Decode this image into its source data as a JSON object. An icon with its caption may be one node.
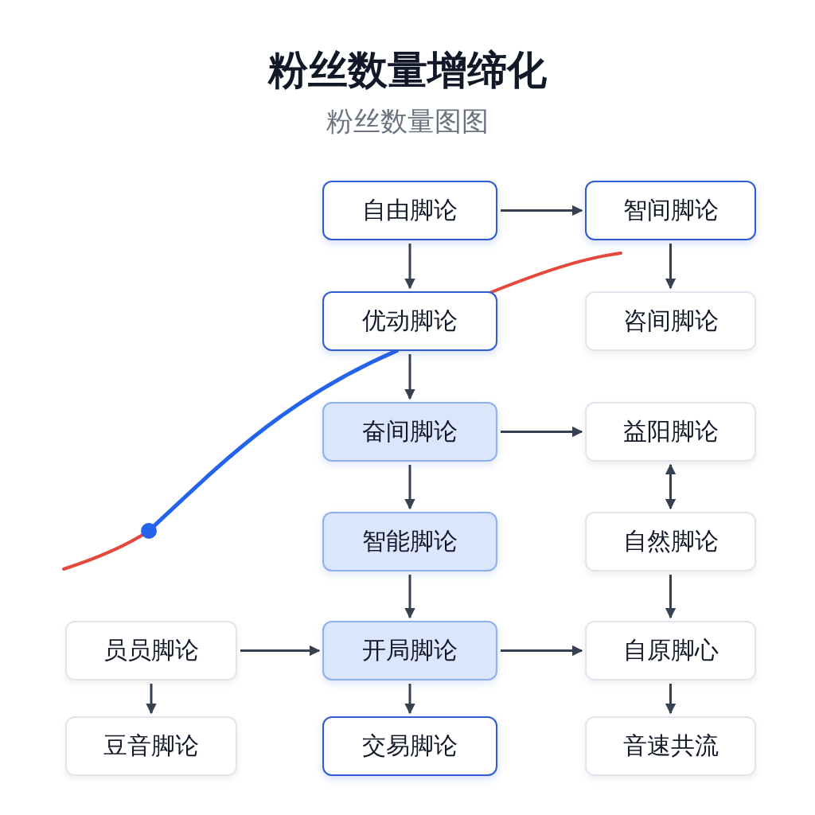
{
  "diagram": {
    "title": "粉丝数量增缔化",
    "caption": "粉丝数量图图",
    "nodes": [
      {
        "text": [
          "自由脚论"
        ]
      },
      {
        "text": [
          "智间脚论"
        ]
      },
      {
        "text": [
          "优动脚论"
        ]
      },
      {
        "text": [
          "咨间脚论"
        ]
      },
      {
        "text": [
          "奋间脚论"
        ]
      },
      {
        "text": [
          "益阳脚论"
        ]
      },
      {
        "text": [
          "智能脚论"
        ]
      },
      {
        "text": [
          "自然脚论"
        ]
      },
      {
        "text": [
          "员员脚论"
        ]
      },
      {
        "text": [
          "开局脚论"
        ]
      },
      {
        "text": [
          "自原脚心"
        ]
      },
      {
        "text": [
          "豆音脚论"
        ]
      },
      {
        "text": [
          "交易脚论"
        ]
      },
      {
        "text": [
          "音速共流"
        ]
      }
    ],
    "edges": [
      {
        "from": 0,
        "to": 1,
        "arrow": "to"
      },
      {
        "from": 0,
        "to": 2,
        "arrow": "to"
      },
      {
        "from": 1,
        "to": 3,
        "arrow": "to"
      },
      {
        "from": 2,
        "to": 4,
        "arrow": "to"
      },
      {
        "from": 4,
        "to": 5,
        "arrow": "to"
      },
      {
        "from": 5,
        "to": 7,
        "arrow": "both"
      },
      {
        "from": 4,
        "to": 6,
        "arrow": "to"
      },
      {
        "from": 6,
        "to": 9,
        "arrow": "to"
      },
      {
        "from": 7,
        "to": 10,
        "arrow": "to"
      },
      {
        "from": 8,
        "to": 9,
        "arrow": "to"
      },
      {
        "from": 9,
        "to": 10,
        "arrow": "to"
      },
      {
        "from": 8,
        "to": 11,
        "arrow": "to"
      },
      {
        "from": 9,
        "to": 12,
        "arrow": "to"
      },
      {
        "from": 10,
        "to": 13,
        "arrow": "to"
      }
    ]
  }
}
